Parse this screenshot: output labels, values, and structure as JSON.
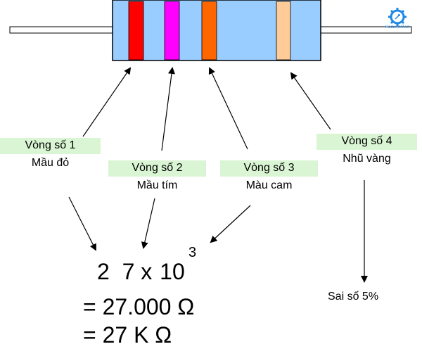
{
  "bands": [
    {
      "label": "Vòng số 1",
      "color_name": "Mầu đỏ",
      "color": "#ff0000"
    },
    {
      "label": "Vòng số 2",
      "color_name": "Mầu tím",
      "color": "#ff00ff"
    },
    {
      "label": "Vòng số 3",
      "color_name": "Màu cam",
      "color": "#ff6600"
    },
    {
      "label": "Vòng số 4",
      "color_name": "Nhũ vàng",
      "color": "#ffcc99"
    }
  ],
  "resistor_body_color": "#99ccff",
  "label_background": "#d9f5d3",
  "formula": {
    "digit1": "2",
    "digit2": "7",
    "times": "x",
    "base": "10",
    "exponent": "3",
    "line2": "= 27.000 Ω",
    "line3": "= 27 K Ω"
  },
  "tolerance": "Sai số 5%",
  "logo": {
    "icon": "gear-icon",
    "text": "HocvienIT.vn"
  }
}
